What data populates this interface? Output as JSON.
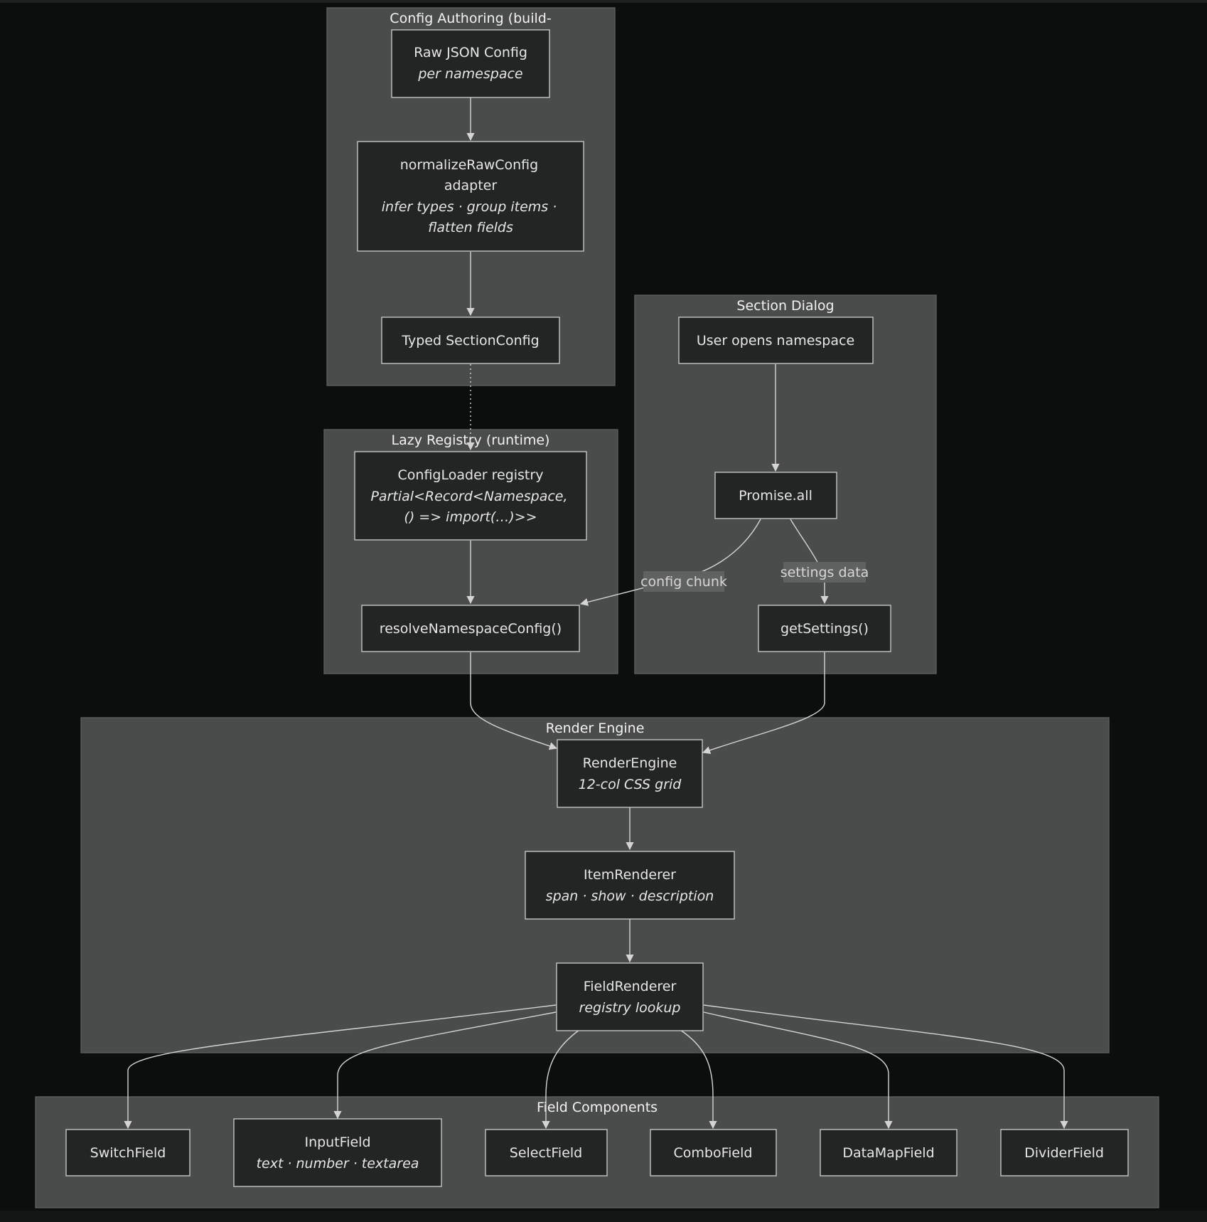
{
  "clusters": {
    "authoring": "Config Authoring (build-",
    "registry": "Lazy Registry (runtime)",
    "dialog": "Section Dialog",
    "render": "Render Engine",
    "fields": "Field Components"
  },
  "nodes": {
    "raw_json": {
      "title": "Raw JSON Config",
      "sub": "per namespace"
    },
    "normalize": {
      "title1": "normalizeRawConfig",
      "title2": "adapter",
      "sub1": "infer types · group items ·",
      "sub2": "flatten fields"
    },
    "typed": {
      "title": "Typed SectionConfig"
    },
    "loader": {
      "title": "ConfigLoader registry",
      "sub1": "Partial<Record<Namespace,",
      "sub2": "() => import(…)>>"
    },
    "resolve": {
      "title": "resolveNamespaceConfig()"
    },
    "user_opens": {
      "title": "User opens namespace"
    },
    "promise_all": {
      "title": "Promise.all"
    },
    "get_settings": {
      "title": "getSettings()"
    },
    "render_engine": {
      "title": "RenderEngine",
      "sub": "12-col CSS grid"
    },
    "item_renderer": {
      "title": "ItemRenderer",
      "sub": "span · show · description"
    },
    "field_renderer": {
      "title": "FieldRenderer",
      "sub": "registry lookup"
    },
    "switch_field": {
      "title": "SwitchField"
    },
    "input_field": {
      "title": "InputField",
      "sub": "text · number · textarea"
    },
    "select_field": {
      "title": "SelectField"
    },
    "combo_field": {
      "title": "ComboField"
    },
    "datamap_field": {
      "title": "DataMapField"
    },
    "divider_field": {
      "title": "DividerField"
    }
  },
  "edge_labels": {
    "config_chunk": "config chunk",
    "settings_data": "settings data"
  }
}
